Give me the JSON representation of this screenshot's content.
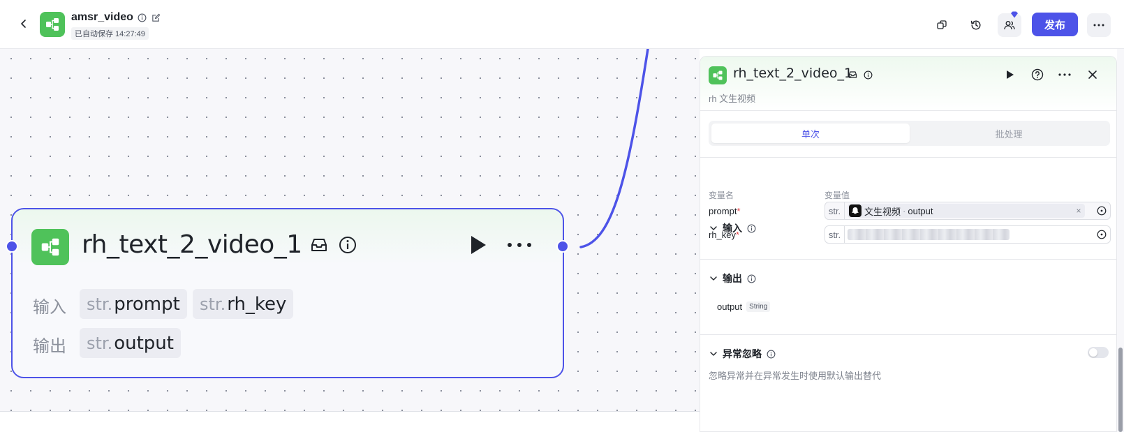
{
  "topbar": {
    "app_name": "amsr_video",
    "save_status": "已自动保存 14:27:49",
    "publish_label": "发布"
  },
  "node": {
    "title": "rh_text_2_video_1",
    "input_label": "输入",
    "output_label": "输出",
    "inputs": [
      {
        "type": "str.",
        "name": "prompt"
      },
      {
        "type": "str.",
        "name": "rh_key"
      }
    ],
    "outputs": [
      {
        "type": "str.",
        "name": "output"
      }
    ]
  },
  "panel": {
    "title": "rh_text_2_video_1",
    "description": "rh 文生视频",
    "tabs": [
      {
        "label": "单次",
        "active": true
      },
      {
        "label": "批处理",
        "active": false
      }
    ],
    "input_section": {
      "title": "输入",
      "col_name": "变量名",
      "col_value": "变量值",
      "rows": [
        {
          "name": "prompt",
          "required_mark": "*",
          "type": "str.",
          "ref_node": "文生视频",
          "ref_sep": "·",
          "ref_field": "output",
          "clear": "×"
        },
        {
          "name": "rh_key",
          "required_mark": "*",
          "type": "str."
        }
      ]
    },
    "output_section": {
      "title": "输出",
      "items": [
        {
          "name": "output",
          "type": "String"
        }
      ]
    },
    "exception_section": {
      "title": "异常忽略",
      "hint": "忽略异常并在异常发生时使用默认输出替代",
      "enabled": false
    }
  },
  "colors": {
    "accent": "#4d53e8",
    "node_green": "#4fc25a",
    "required_red": "#e5484d"
  }
}
